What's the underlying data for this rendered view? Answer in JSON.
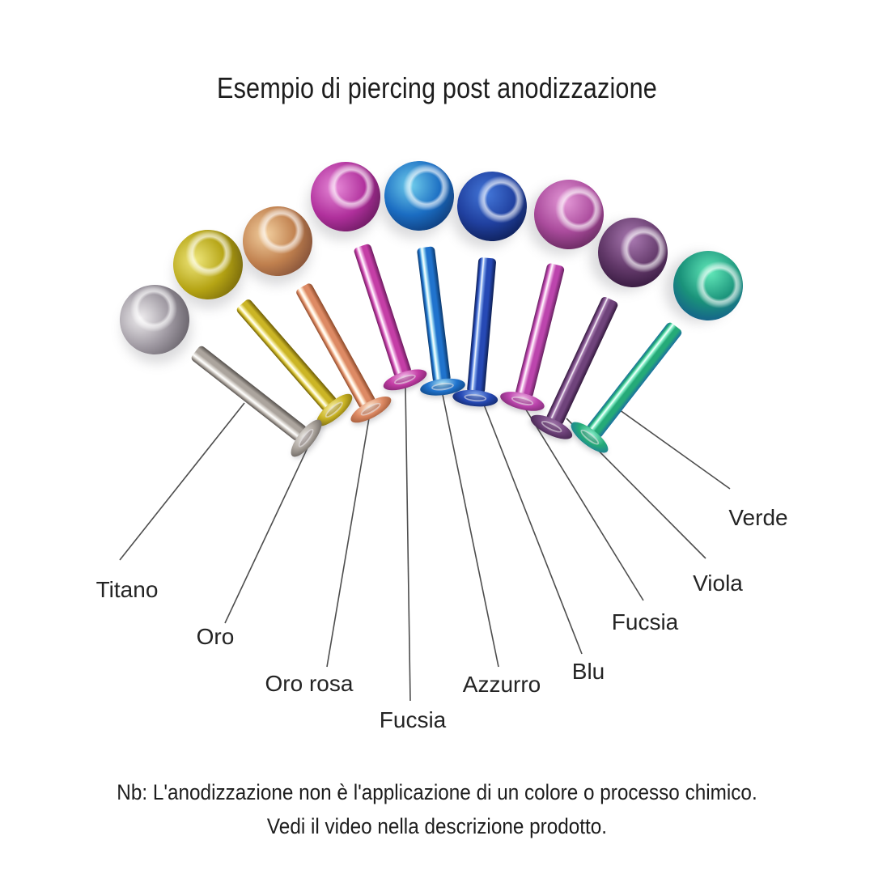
{
  "title": "Esempio di piercing post anodizzazione",
  "note": {
    "line1": "Nb: L'anodizzazione non è l'applicazione di un colore o processo chimico.",
    "line2": "Vedi il video nella descrizione prodotto."
  },
  "background": "#ffffff",
  "text_color": "#1d1d1d",
  "leader_line_color": "#4d4d4d",
  "items": [
    {
      "label": "Titano",
      "colors": {
        "ball": "#9d97a0",
        "ball_highlight": "#efedef",
        "ball_shadow": "#5f5a62",
        "stem": "#aba49d",
        "stem_highlight": "#e8e5e0",
        "stem_shadow": "#55504c"
      }
    },
    {
      "label": "Oro",
      "colors": {
        "ball": "#b5a414",
        "ball_highlight": "#efe77d",
        "ball_shadow": "#71620a",
        "stem": "#cbb525",
        "stem_highlight": "#f8f0a8",
        "stem_shadow": "#6e5d07"
      }
    },
    {
      "label": "Oro rosa",
      "colors": {
        "ball": "#c0804e",
        "ball_highlight": "#f3d0a0",
        "ball_shadow": "#7b4a36",
        "stem": "#dd8a64",
        "stem_highlight": "#ffe9d2",
        "stem_shadow": "#8d4a2a"
      }
    },
    {
      "label": "Fucsia",
      "colors": {
        "ball": "#b0309c",
        "ball_highlight": "#e78ad8",
        "ball_shadow": "#611758",
        "stem": "#c43ea6",
        "stem_highlight": "#f3b9e8",
        "stem_shadow": "#6e1c60"
      }
    },
    {
      "label": "Azzurro",
      "colors": {
        "ball": "#1b6dc2",
        "ball_highlight": "#6fcdec",
        "ball_shadow": "#0d3571",
        "stem": "#2073cd",
        "stem_highlight": "#aee5f6",
        "stem_shadow": "#0c3a6e"
      }
    },
    {
      "label": "Blu",
      "colors": {
        "ball": "#20409f",
        "ball_highlight": "#4478da",
        "ball_shadow": "#0c1b4e",
        "stem": "#2649b5",
        "stem_highlight": "#86abee",
        "stem_shadow": "#0d1f52"
      }
    },
    {
      "label": "Fucsia",
      "colors": {
        "ball": "#ab4c9d",
        "ball_highlight": "#e59ad8",
        "ball_shadow": "#5c2355",
        "stem": "#bc45ad",
        "stem_highlight": "#f0b5e5",
        "stem_shadow": "#682161"
      }
    },
    {
      "label": "Viola",
      "colors": {
        "ball": "#643a6b",
        "ball_highlight": "#aa7ab2",
        "ball_shadow": "#301539",
        "stem": "#6f437b",
        "stem_highlight": "#a379ad",
        "stem_shadow": "#351a3f"
      }
    },
    {
      "label": "Verde",
      "colors": {
        "ball": "#1a927a",
        "ball_highlight": "#63eaba",
        "ball_shadow": "#14588e",
        "stem": "#25aa78",
        "stem_highlight": "#90f4d0",
        "stem_shadow": "#1b6fa0"
      }
    }
  ]
}
